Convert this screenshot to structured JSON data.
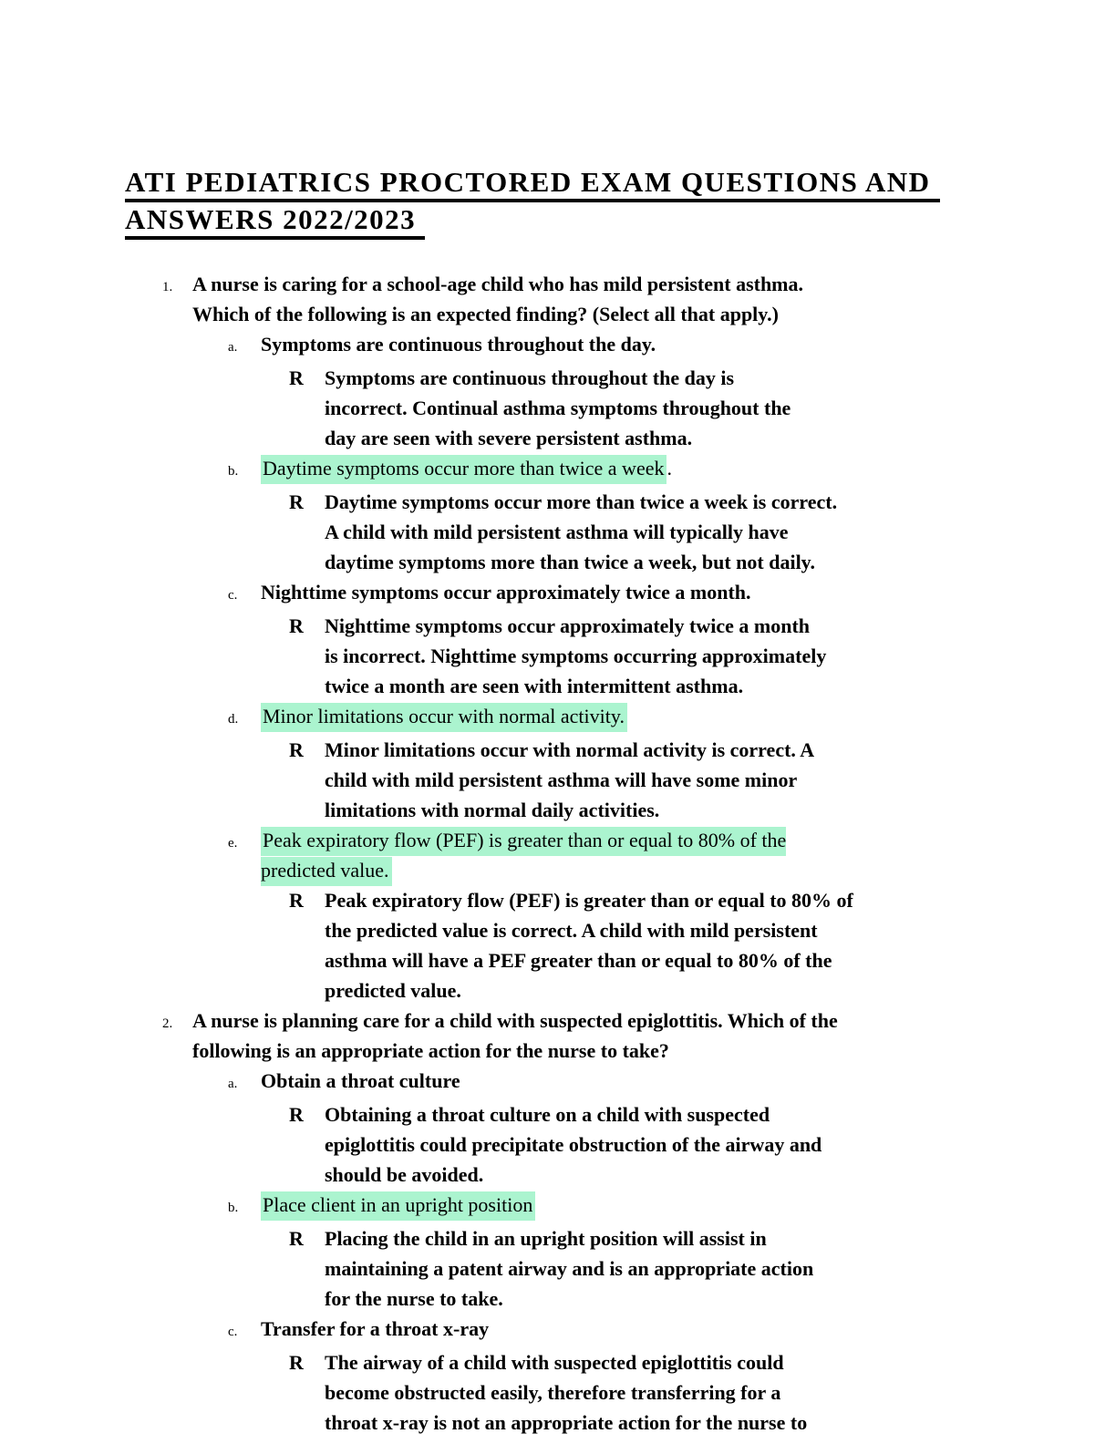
{
  "document": {
    "title_lines": [
      "ATI PEDIATRICS PROCTORED EXAM QUESTIONS AND",
      "ANSWERS 2022/2023"
    ],
    "rationale_marker": "R",
    "colors": {
      "highlight": "#abf4cf",
      "text": "#000000",
      "page_background": "#ffffff"
    }
  },
  "questions": [
    {
      "number": "1.",
      "text": [
        "A nurse is caring for a school-age child who has mild persistent asthma.",
        "Which of the following is an expected finding? (Select all that apply.)"
      ],
      "options": [
        {
          "letter": "a.",
          "text": "Symptoms are continuous throughout the day.",
          "highlighted": false,
          "rationale": [
            "Symptoms are continuous throughout the day is",
            "incorrect. Continual asthma symptoms throughout the",
            "day are seen with severe persistent asthma."
          ]
        },
        {
          "letter": "b.",
          "text": "Daytime symptoms occur more than twice a week",
          "tail": ".",
          "highlighted": true,
          "rationale": [
            "Daytime symptoms occur more than twice a week is correct.",
            "A child with mild persistent asthma will typically have",
            "daytime symptoms more than twice a week, but not daily."
          ]
        },
        {
          "letter": "c.",
          "text": "Nighttime symptoms occur approximately twice a month.",
          "highlighted": false,
          "rationale": [
            "Nighttime symptoms occur approximately twice a month",
            "is incorrect. Nighttime symptoms occurring approximately",
            "twice a month are seen with intermittent asthma."
          ]
        },
        {
          "letter": "d.",
          "text": "Minor limitations occur with normal activity.",
          "highlighted": true,
          "rationale": [
            "Minor limitations occur with normal activity is correct. A",
            "child with mild persistent asthma will have some minor",
            "limitations with normal daily activities."
          ]
        },
        {
          "letter": "e.",
          "text": [
            "Peak expiratory flow (PEF) is greater than or equal to 80% of the",
            "predicted value."
          ],
          "highlighted": true,
          "rationale": [
            "Peak expiratory flow (PEF) is greater than or equal to 80% of",
            "the predicted value is correct. A child with mild persistent",
            "asthma will have a PEF greater than or equal to 80% of the",
            "predicted value."
          ]
        }
      ]
    },
    {
      "number": "2.",
      "text": [
        "A nurse is planning care for a child with suspected epiglottitis. Which of the",
        "following is an appropriate action for the nurse to take?"
      ],
      "options": [
        {
          "letter": "a.",
          "text": "Obtain a throat culture",
          "highlighted": false,
          "rationale": [
            "Obtaining a throat culture on a child with suspected",
            "epiglottitis could precipitate obstruction of the airway and",
            "should be avoided."
          ]
        },
        {
          "letter": "b.",
          "text": "Place client in an upright position",
          "highlighted": true,
          "rationale": [
            "Placing the child in an upright position will assist in",
            "maintaining a patent airway and is an appropriate action",
            "for the nurse to take."
          ]
        },
        {
          "letter": "c.",
          "text": "Transfer for a throat x-ray",
          "highlighted": false,
          "rationale": [
            "The airway of a child with suspected epiglottitis could",
            "become obstructed easily, therefore transferring for a",
            "throat x-ray is not an appropriate action for the nurse to"
          ]
        }
      ]
    }
  ]
}
